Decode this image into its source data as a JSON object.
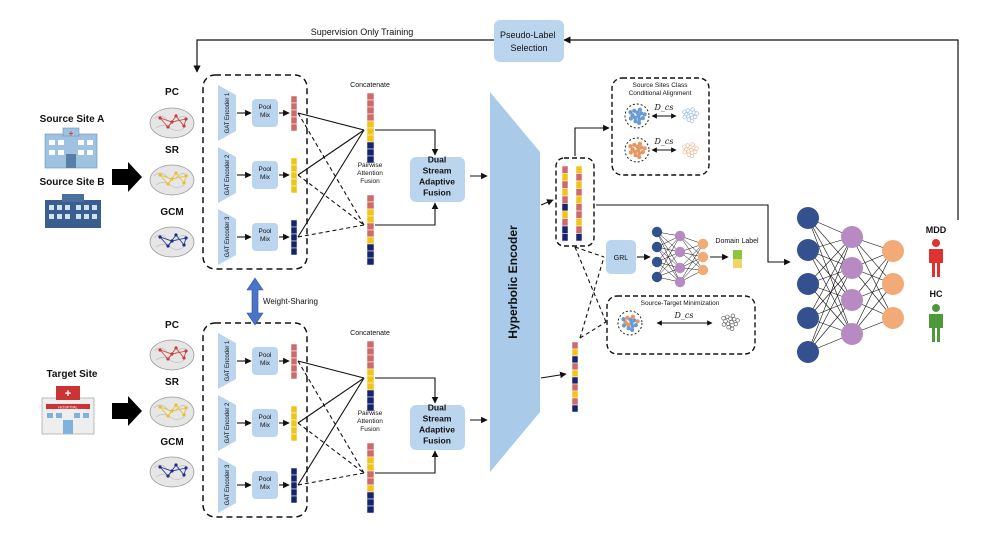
{
  "feedback": {
    "title": "Supervision Only Training",
    "selection": "Pseudo-Label Selection"
  },
  "sites": {
    "source_a": "Source Site A",
    "source_b": "Source Site B",
    "target": "Target Site"
  },
  "brains": {
    "pc": "PC",
    "sr": "SR",
    "gcm": "GCM"
  },
  "encoders": {
    "e1": "GAT Encoder 1",
    "e2": "GAT Encoder 2",
    "e3": "GAT Encoder 3"
  },
  "pool": "Pool Mix",
  "concat": "Concatenate",
  "pairwise": "Pairwise Attention Fusion",
  "fusion": "Dual Stream Adaptive Fusion",
  "weight_sharing": "Weight-Sharing",
  "hyperbolic": "Hyperbolic Encoder",
  "alignment": {
    "title": "Source Sites Class Conditional Alignment",
    "metric": "D_cs"
  },
  "grl": "GRL",
  "domain_label": "Domain Label",
  "minimization": {
    "title": "Source-Target Minimization",
    "metric": "D_cs"
  },
  "outputs": {
    "mdd": "MDD",
    "hc": "HC"
  },
  "colors": {
    "box": "#bcd5ee",
    "red": "#cd6b6b",
    "yellow": "#f0c419",
    "navy": "#16246e",
    "node_blue": "#34508f",
    "node_purple": "#b78ac4",
    "node_orange": "#f2aa77",
    "mdd": "#e03131",
    "hc": "#4e9a3a"
  }
}
